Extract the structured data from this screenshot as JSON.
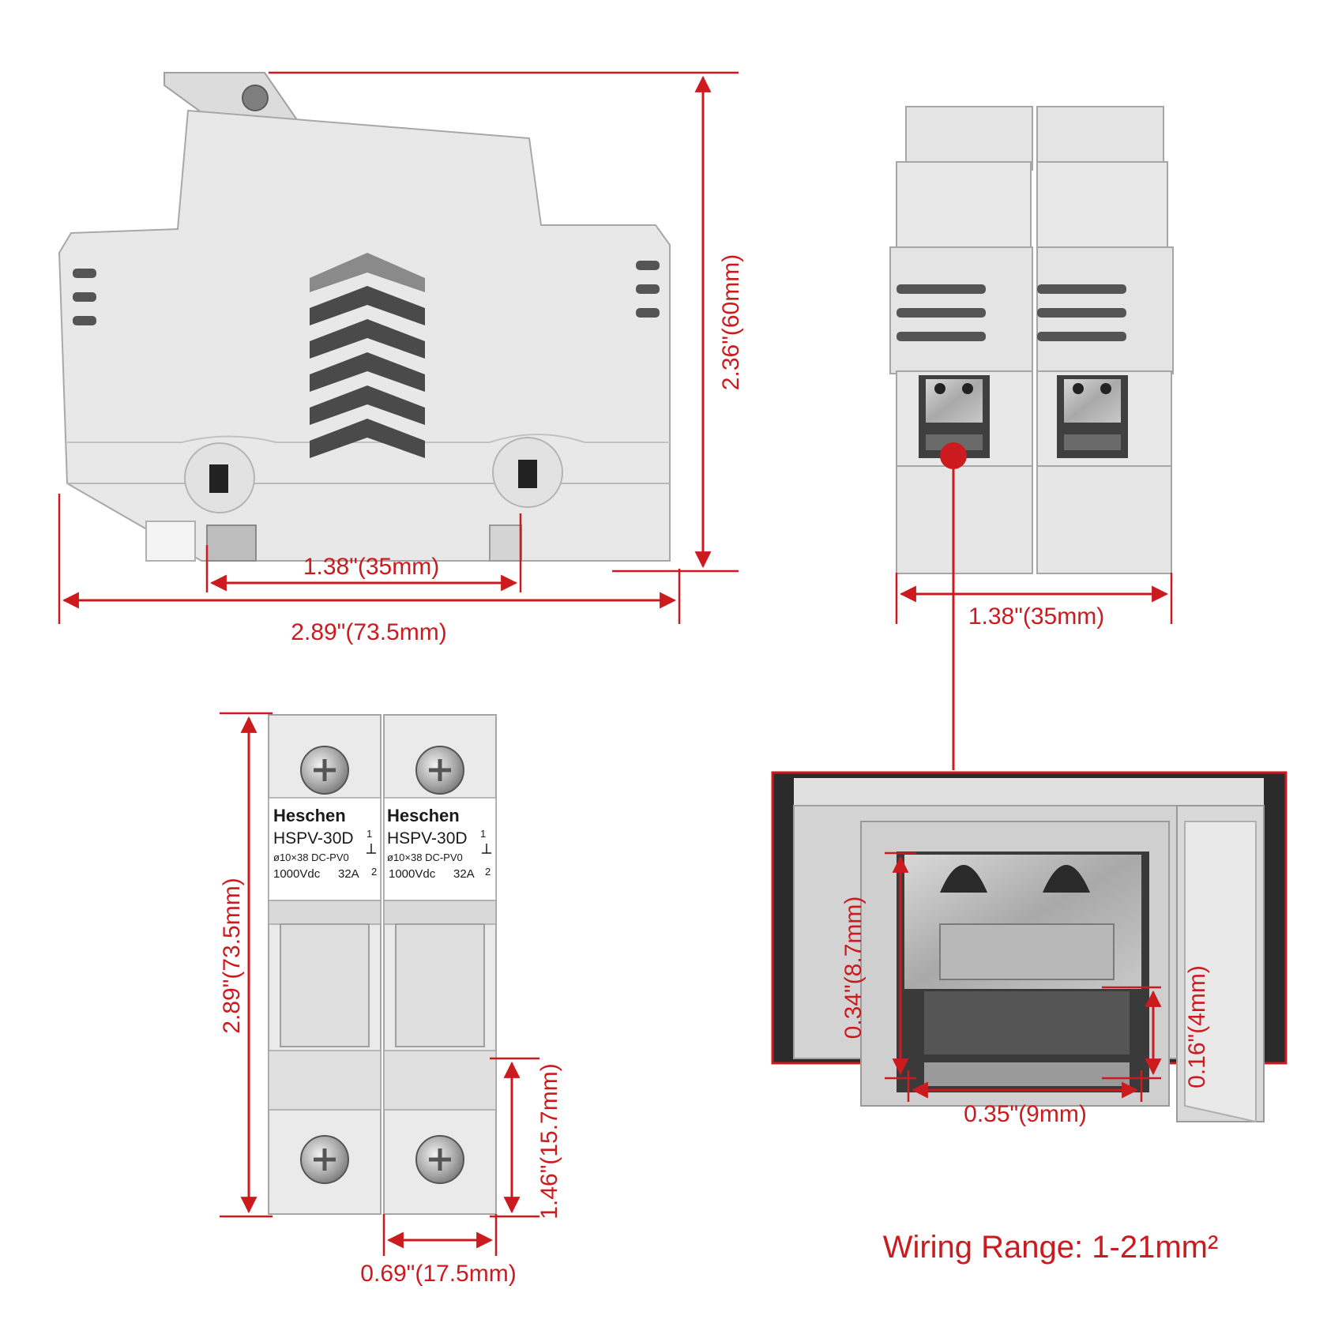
{
  "dimensions": {
    "side_height": "2.36\"(60mm)",
    "side_width": "2.89\"(73.5mm)",
    "side_rail": "1.38\"(35mm)",
    "end_width": "1.38\"(35mm)",
    "front_height": "2.89\"(73.5mm)",
    "front_pole_width": "0.69\"(17.5mm)",
    "front_lower_height": "1.46\"(15.7mm)",
    "terminal_height": "0.34\"(8.7mm)",
    "terminal_width": "0.35\"(9mm)",
    "terminal_gap": "0.16\"(4mm)"
  },
  "wiring_range": "Wiring Range: 1-21mm²",
  "label": {
    "brand": "Heschen",
    "model": "HSPV-30D",
    "pole_marks": [
      "1",
      "2"
    ],
    "fuse_size": "ø10×38 DC-PV0",
    "rating_voltage": "1000Vdc",
    "rating_current": "32A"
  },
  "colors": {
    "dimension_red": "#cc1b1f",
    "housing_grey": "#e6e6e6",
    "outline_grey": "#9a9a9a"
  }
}
